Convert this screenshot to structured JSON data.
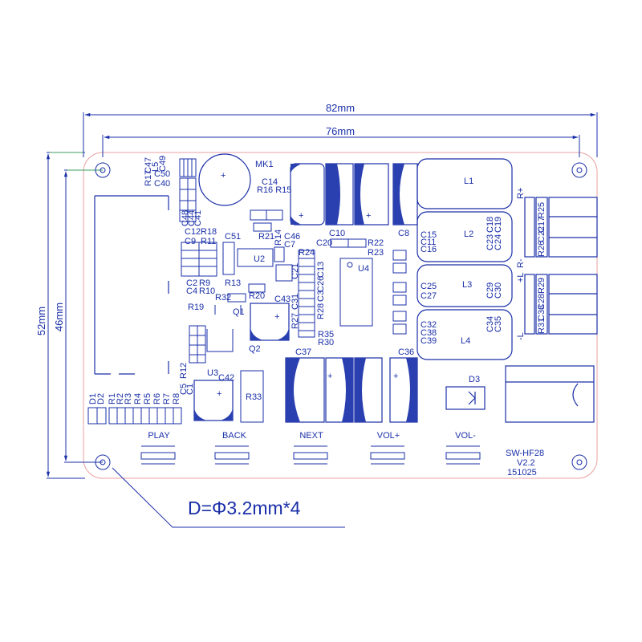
{
  "dimensions": {
    "width_outer": "82mm",
    "width_inner": "76mm",
    "height_outer": "52mm",
    "height_inner": "46mm",
    "hole_note": "D=Φ3.2mm*4"
  },
  "buttons": [
    "PLAY",
    "BACK",
    "NEXT",
    "VOL+",
    "VOL-"
  ],
  "board": {
    "model": "SW-HF28",
    "version": "V2.2",
    "date": "151025"
  },
  "outputs": {
    "r_plus": "R+",
    "r_minus": "R-",
    "l_plus": "+L",
    "l_minus": "-L"
  },
  "inductors": [
    "L1",
    "L2",
    "L3",
    "L4"
  ],
  "parts": {
    "mk1": "MK1",
    "u2": "U2",
    "u3": "U3",
    "u4": "U4",
    "q1": "Q1",
    "q2": "Q2",
    "d3": "D3",
    "r33": "R33",
    "c47": "C47",
    "l5": "L5",
    "c49": "C49",
    "r17": "R17",
    "c50": "C50",
    "c40": "C40",
    "c48": "C48",
    "c44": "C44",
    "c41": "C41",
    "c14": "C14",
    "r16r15": "R16 R15",
    "r21": "R21",
    "r14": "R14",
    "c46": "C46",
    "c7": "C7",
    "c12": "C12",
    "r18": "R18",
    "c9": "C9",
    "r11": "R11",
    "c51": "C51",
    "c2": "C2",
    "r9": "R9",
    "c4": "C4",
    "r10": "R10",
    "r13": "R13",
    "r32": "R32",
    "r20": "R20",
    "r19": "R19",
    "c43": "C43",
    "r12": "R12",
    "c42": "C42",
    "c5": "C5",
    "c1": "C1",
    "r24": "R24",
    "c13": "C13",
    "c21": "C21",
    "c26": "C26",
    "c3": "C3",
    "r28": "R28",
    "c31": "C31",
    "r27": "R27",
    "r35": "R35",
    "r30": "R30",
    "c37": "C37",
    "c36": "C36",
    "c10": "C10",
    "c20": "C20",
    "r22": "R22",
    "r23": "R23",
    "c8": "C8",
    "c15": "C15",
    "c11": "C11",
    "c16": "C16",
    "c18": "C18",
    "c19": "C19",
    "c23": "C23",
    "c24": "C24",
    "r25": "R25",
    "c17": "C17",
    "c22": "C22",
    "r26": "R26",
    "c25": "C25",
    "c27": "C27",
    "c29": "C29",
    "c30": "C30",
    "r29": "R29",
    "c28": "C28",
    "c33": "C33",
    "r31": "R31",
    "c32": "C32",
    "c38": "C38",
    "c39": "C39",
    "c34": "C34",
    "c35": "C35",
    "d1": "D1",
    "d2": "D2",
    "r1": "R1",
    "r2": "R2",
    "r3": "R3",
    "r4": "R4",
    "r5": "R5",
    "r6": "R6",
    "r7": "R7",
    "r8": "R8"
  },
  "colors": {
    "ink": "#1a2fa8",
    "board_edge": "#e8a0a0",
    "cap_fill": "#2a3fb0",
    "cap_plus": "#ffffff"
  }
}
